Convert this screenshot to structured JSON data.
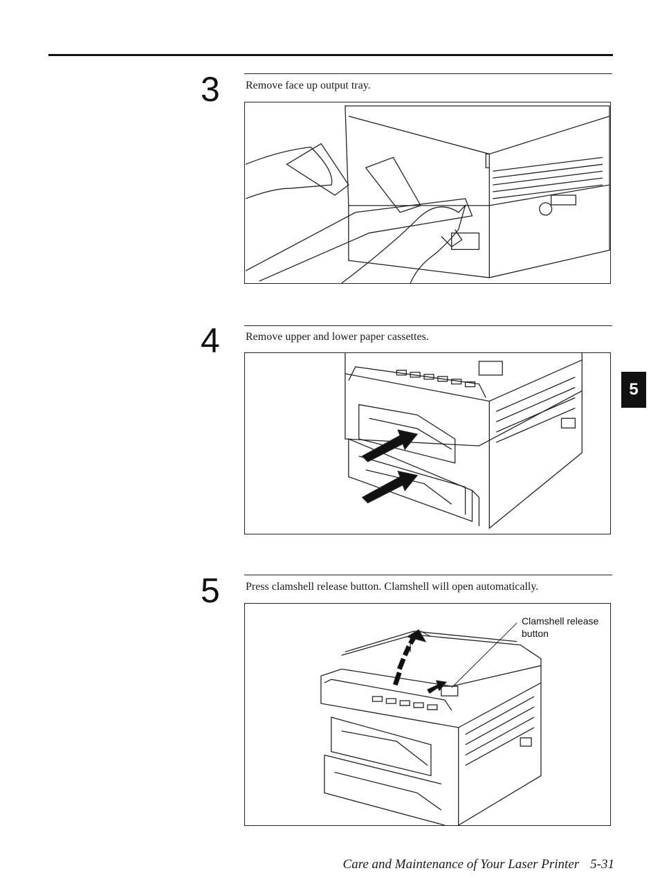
{
  "steps": [
    {
      "number": "3",
      "text": "Remove face up output tray."
    },
    {
      "number": "4",
      "text": "Remove upper and lower paper cassettes."
    },
    {
      "number": "5",
      "text": "Press clamshell release button. Clamshell will open automatically."
    }
  ],
  "figure_callout": {
    "line1": "Clamshell release",
    "line2": "button"
  },
  "chapter_tab": "5",
  "footer": {
    "title": "Care and Maintenance of Your Laser Printer",
    "page": "5-31"
  }
}
